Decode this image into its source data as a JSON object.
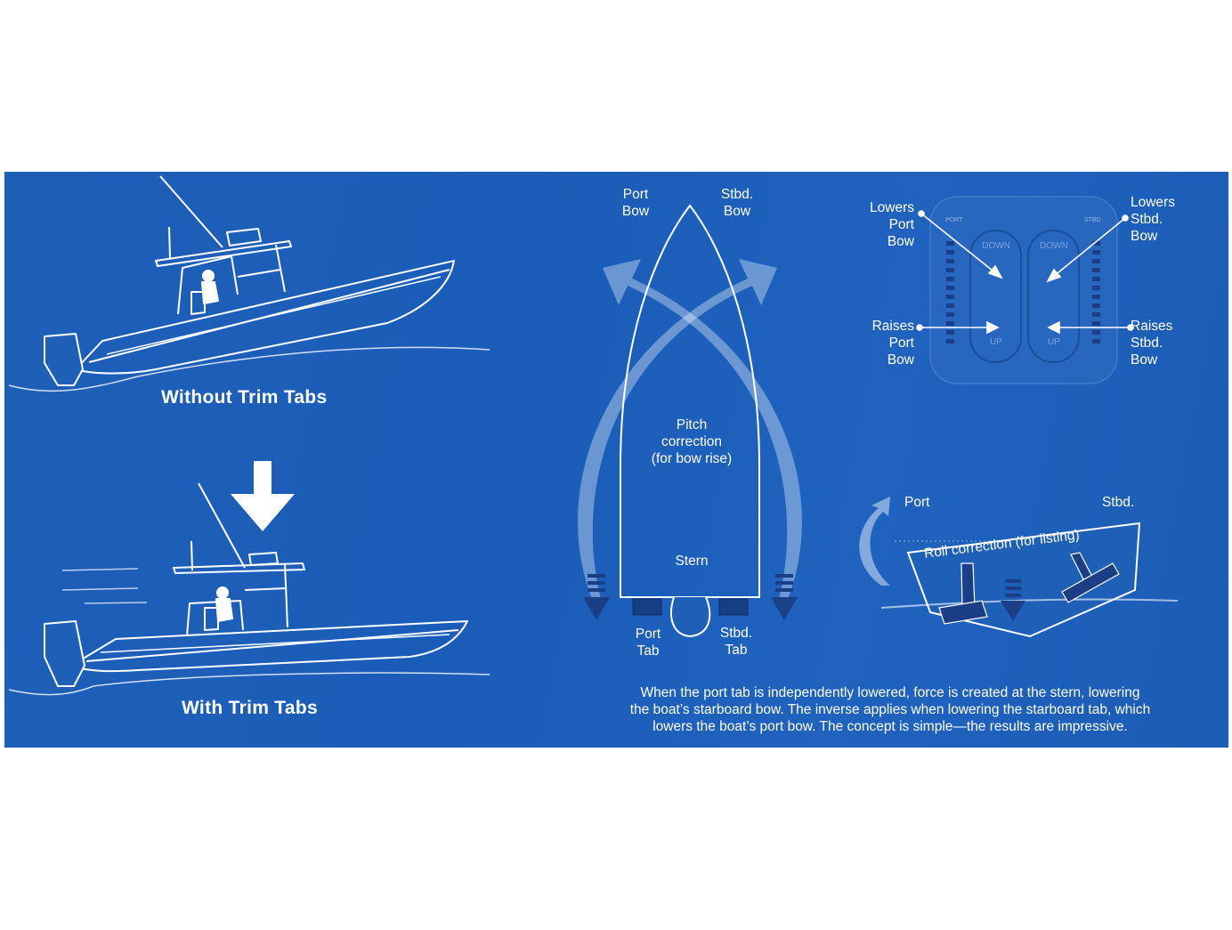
{
  "colors": {
    "background": "#1e5fb8",
    "line": "#ffffff",
    "arrow_dark": "#1a3f86",
    "page": "#ffffff"
  },
  "left": {
    "without_label": "Without Trim Tabs",
    "with_label": "With Trim Tabs",
    "down_arrow_icon": "arrow-down-icon"
  },
  "hull_diagram": {
    "port_bow": "Port\nBow",
    "stbd_bow": "Stbd.\nBow",
    "pitch": "Pitch\ncorrection\n(for bow rise)",
    "stern": "Stern",
    "port_tab": "Port\nTab",
    "stbd_tab": "Stbd.\nTab"
  },
  "control_panel": {
    "lowers_port": "Lowers\nPort\nBow",
    "lowers_stbd": "Lowers\nStbd.\nBow",
    "raises_port": "Raises\nPort\nBow",
    "raises_stbd": "Raises\nStbd.\nBow",
    "port_mark": "PORT",
    "stbd_mark": "STBD",
    "down": "DOWN",
    "up": "UP"
  },
  "roll": {
    "port": "Port",
    "stbd": "Stbd.",
    "title": "Roll correction (for listing)"
  },
  "caption": "When the port tab is independently lowered, force is created at the stern, lowering\nthe boat’s starboard bow. The inverse applies when lowering the starboard tab, which\nlowers the boat’s port bow. The concept is simple—the results are impressive."
}
